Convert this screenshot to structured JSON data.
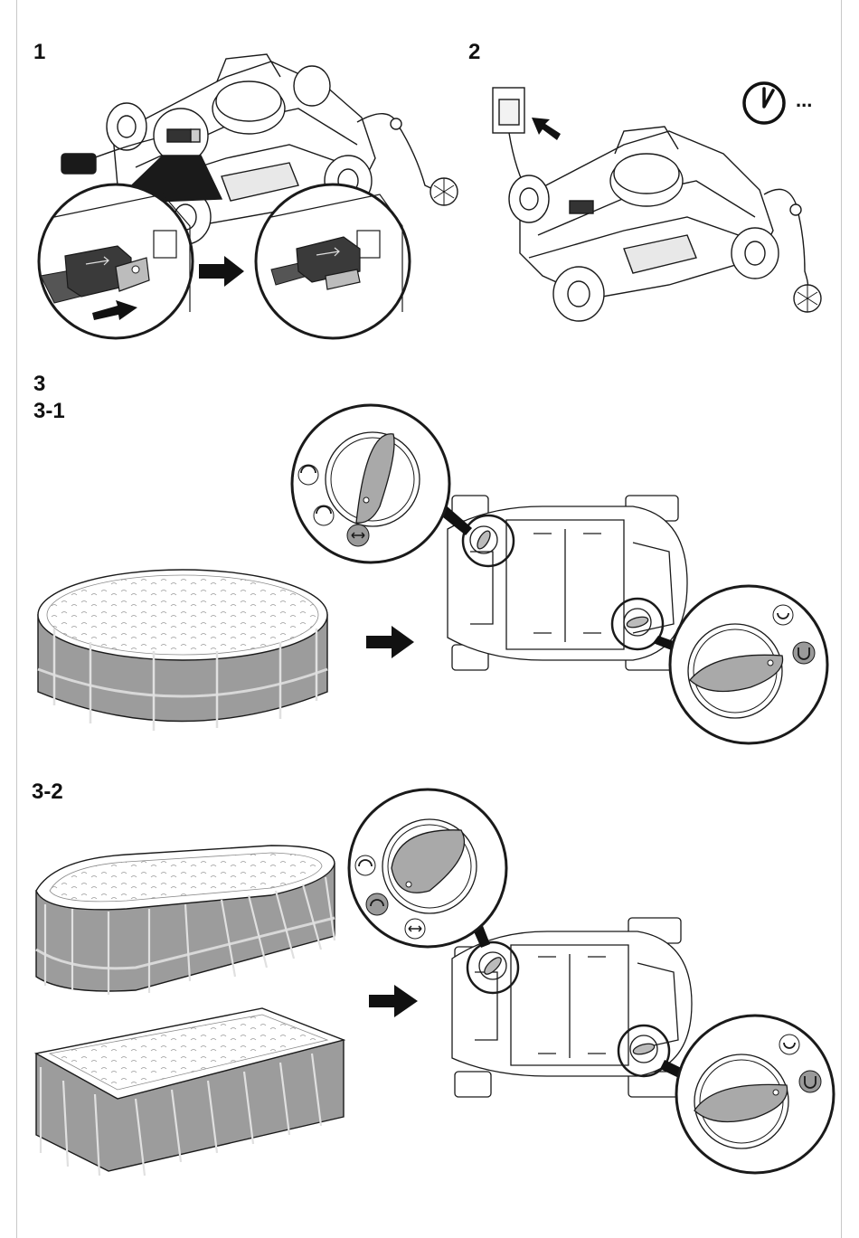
{
  "steps": {
    "s1": "1",
    "s2": "2",
    "s3": "3",
    "s3_1": "3-1",
    "s3_2": "3-2"
  },
  "timer_text": "...",
  "icons": {
    "rotate_cw": "rotate-clockwise-icon",
    "rotate_ccw": "rotate-counterclockwise-icon",
    "straight": "double-arrow-icon",
    "arrow": "arrow-right-icon",
    "clock": "clock-icon"
  },
  "colors": {
    "line": "#1a1a1a",
    "gray_fill": "#a9a9a9",
    "light_fill": "#d6d6d6",
    "background": "#ffffff"
  }
}
